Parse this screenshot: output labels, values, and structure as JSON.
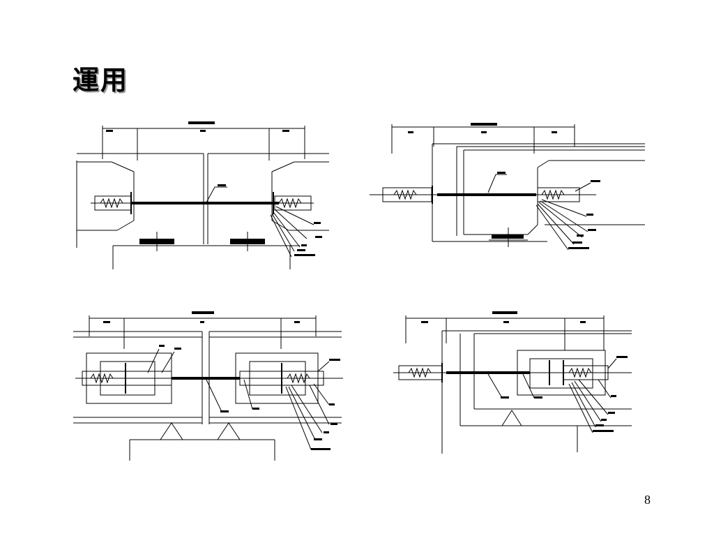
{
  "slide": {
    "title": "運用",
    "page_number": "8"
  },
  "drawings": [
    {
      "name": "drawing-top-left"
    },
    {
      "name": "drawing-top-right"
    },
    {
      "name": "drawing-bottom-left"
    },
    {
      "name": "drawing-bottom-right"
    }
  ]
}
